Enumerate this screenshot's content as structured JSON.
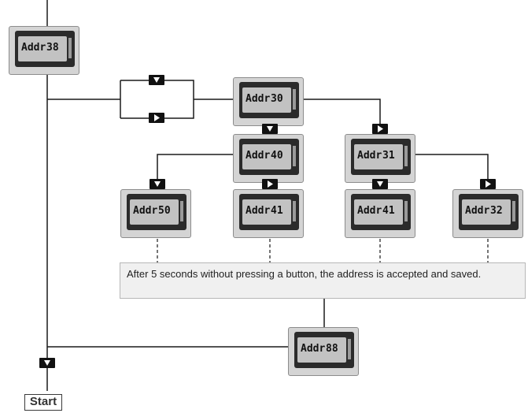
{
  "note": {
    "text": "After 5 seconds without pressing a button, the address is accepted and saved."
  },
  "start_label": "Start",
  "displays": {
    "d38": {
      "word": "Addr",
      "value": "38"
    },
    "d30": {
      "word": "Addr",
      "value": "30"
    },
    "d40": {
      "word": "Addr",
      "value": "40"
    },
    "d31": {
      "word": "Addr",
      "value": "31"
    },
    "d50": {
      "word": "Addr",
      "value": "50"
    },
    "d41a": {
      "word": "Addr",
      "value": "41"
    },
    "d41b": {
      "word": "Addr",
      "value": "41"
    },
    "d32": {
      "word": "Addr",
      "value": "32"
    },
    "d88": {
      "word": "Addr",
      "value": "88"
    }
  },
  "icons": {
    "down": "down-triangle-button",
    "right": "right-triangle-button"
  }
}
